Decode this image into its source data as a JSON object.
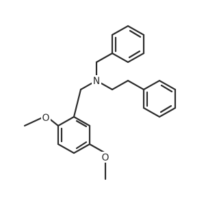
{
  "atoms": {
    "nitrogen": "N",
    "oxygen_top": "O",
    "oxygen_bottom": "O"
  }
}
